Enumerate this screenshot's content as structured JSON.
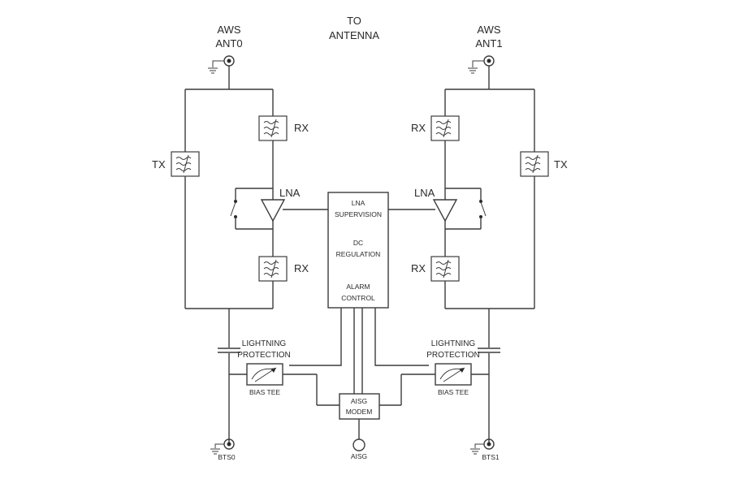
{
  "header": {
    "line1": "TO",
    "line2": "ANTENNA"
  },
  "antennas": {
    "left": {
      "line1": "AWS",
      "line2": "ANT0"
    },
    "right": {
      "line1": "AWS",
      "line2": "ANT1"
    }
  },
  "filters": {
    "tx": "TX",
    "rx": "RX"
  },
  "lna": "LNA",
  "controller": {
    "line1": "LNA",
    "line2": "SUPERVISION",
    "line3": "DC",
    "line4": "REGULATION",
    "line5": "ALARM",
    "line6": "CONTROL"
  },
  "protection": {
    "line1": "LIGHTNING",
    "line2": "PROTECTION"
  },
  "bias_tee": "BIAS TEE",
  "modem": {
    "line1": "AISG",
    "line2": "MODEM"
  },
  "ports": {
    "aisg": "AISG",
    "bts0": "BTS0",
    "bts1": "BTS1"
  }
}
